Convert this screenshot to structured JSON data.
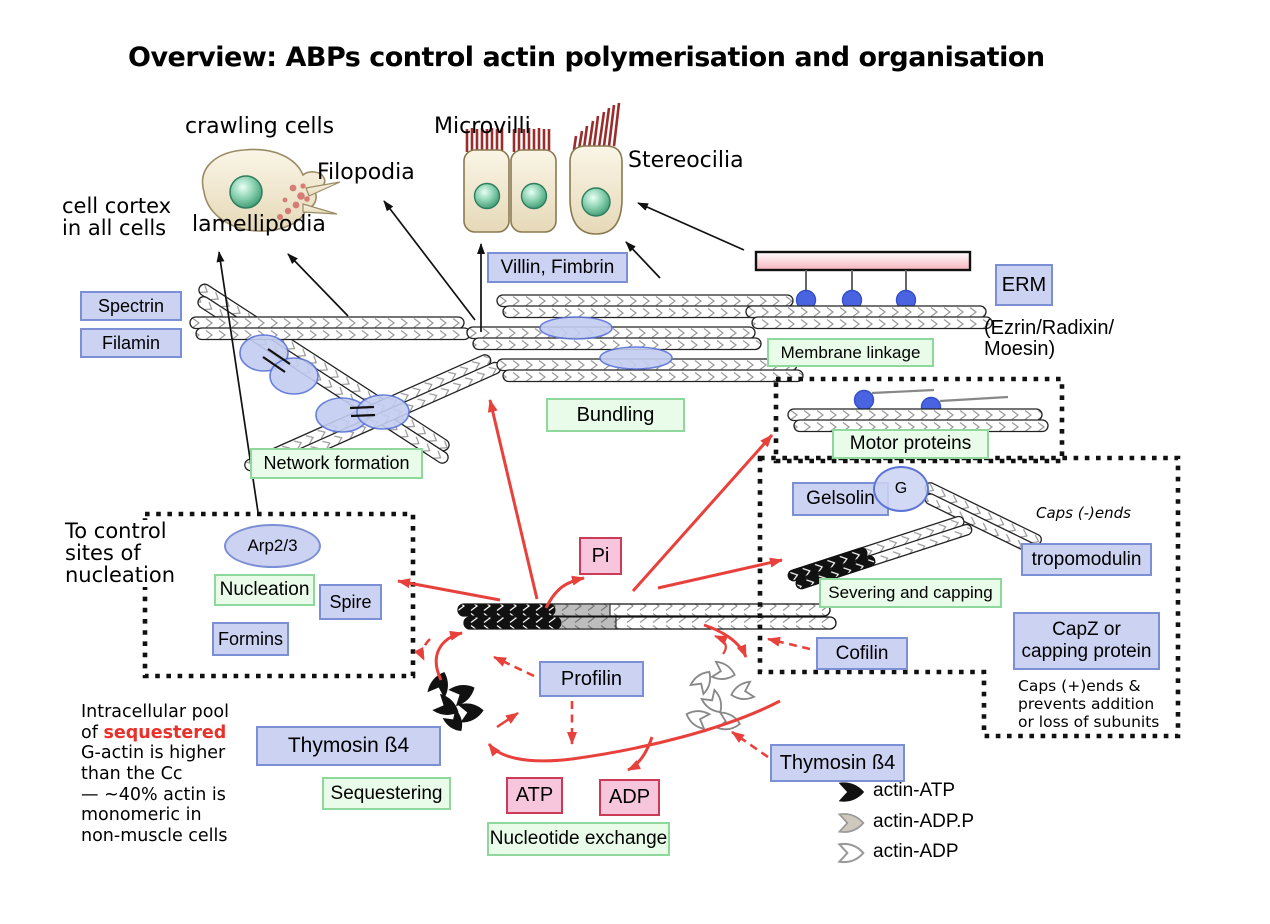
{
  "title": "Overview: ABPs control actin polymerisation and organisation",
  "cell_labels": {
    "crawling_cells": "crawling cells",
    "microvilli": "Microvilli",
    "stereocilia": "Stereocilia",
    "filopodia": "Filopodia",
    "lamellipodia": "lamellipodia",
    "cell_cortex_line1": "cell cortex",
    "cell_cortex_line2": "in all cells"
  },
  "protein_boxes": {
    "spectrin": "Spectrin",
    "filamin": "Filamin",
    "villin_fimbrin": "Villin, Fimbrin",
    "erm": "ERM",
    "erm_full_line1": "(Ezrin/Radixin/",
    "erm_full_line2": "Moesin)",
    "gelsolin": "Gelsolin",
    "gelsolin_g": "G",
    "tropomodulin": "tropomodulin",
    "capz_line1": "CapZ or",
    "capz_line2": "capping protein",
    "arp23": "Arp2/3",
    "spire": "Spire",
    "formins": "Formins",
    "profilin": "Profilin",
    "thymosin_b4_left": "Thymosin ß4",
    "thymosin_b4_right": "Thymosin ß4",
    "cofilin": "Cofilin"
  },
  "process_labels": {
    "membrane_linkage": "Membrane linkage",
    "bundling": "Bundling",
    "network_formation": "Network formation",
    "motor_proteins": "Motor proteins",
    "nucleation": "Nucleation",
    "severing_capping": "Severing and capping",
    "sequestering": "Sequestering",
    "nucleotide_exchange": "Nucleotide exchange"
  },
  "molecule_boxes": {
    "pi": "Pi",
    "atp": "ATP",
    "adp": "ADP"
  },
  "annotations": {
    "to_control_line1": "To control",
    "to_control_line2": "sites of",
    "to_control_line3": "nucleation",
    "caps_minus_ends": "Caps (-)ends",
    "caps_plus_line1": "Caps (+)ends &",
    "caps_plus_line2": "prevents addition",
    "caps_plus_line3": "or loss of subunits",
    "pool_line1": "Intracellular pool",
    "pool_line2_prefix": "of ",
    "pool_line2_highlight": "sequestered",
    "pool_line3": "G-actin is higher",
    "pool_line4": "than the Cc",
    "pool_line5": "— ~40% actin is",
    "pool_line6": "monomeric in",
    "pool_line7": "non-muscle cells"
  },
  "legend": {
    "actin_atp": "actin-ATP",
    "actin_adpp": "actin-ADP.P",
    "actin_adp": "actin-ADP"
  },
  "colors": {
    "protein_box_fill": "#ccd3f2",
    "protein_box_border": "#7b8fd4",
    "process_box_fill": "#e9fbe9",
    "process_box_border": "#8fd89b",
    "molecule_box_fill": "#f7c6dc",
    "molecule_box_border": "#cc3b55",
    "arrow_red": "#e8413c",
    "highlight_red": "#e8312a",
    "membrane_pink": "#f6b8c0",
    "linker_blue": "#4a63e0"
  }
}
